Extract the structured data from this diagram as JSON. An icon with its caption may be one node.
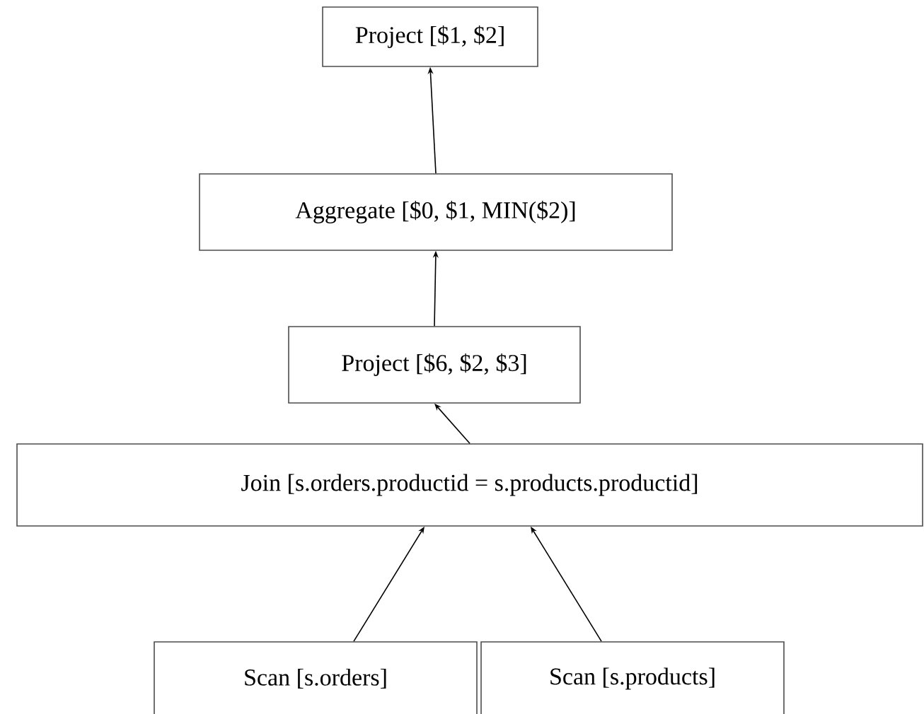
{
  "diagram": {
    "nodes": [
      {
        "text": [
          "Project [$1, $2]"
        ]
      },
      {
        "text": [
          "Aggregate [$0, $1, MIN($2)]"
        ]
      },
      {
        "text": [
          "Project [$6, $2, $3]"
        ]
      },
      {
        "text": [
          "Join [s.orders.productid = s.products.productid]"
        ]
      },
      {
        "text": [
          "Scan [s.orders]"
        ]
      },
      {
        "text": [
          "Scan [s.products]"
        ]
      }
    ],
    "edges": [
      {
        "from": 1,
        "to": 0,
        "arrow": "to"
      },
      {
        "from": 2,
        "to": 1,
        "arrow": "to"
      },
      {
        "from": 3,
        "to": 2,
        "arrow": "to"
      },
      {
        "from": 4,
        "to": 3,
        "arrow": "to"
      },
      {
        "from": 5,
        "to": 3,
        "arrow": "to"
      }
    ]
  }
}
